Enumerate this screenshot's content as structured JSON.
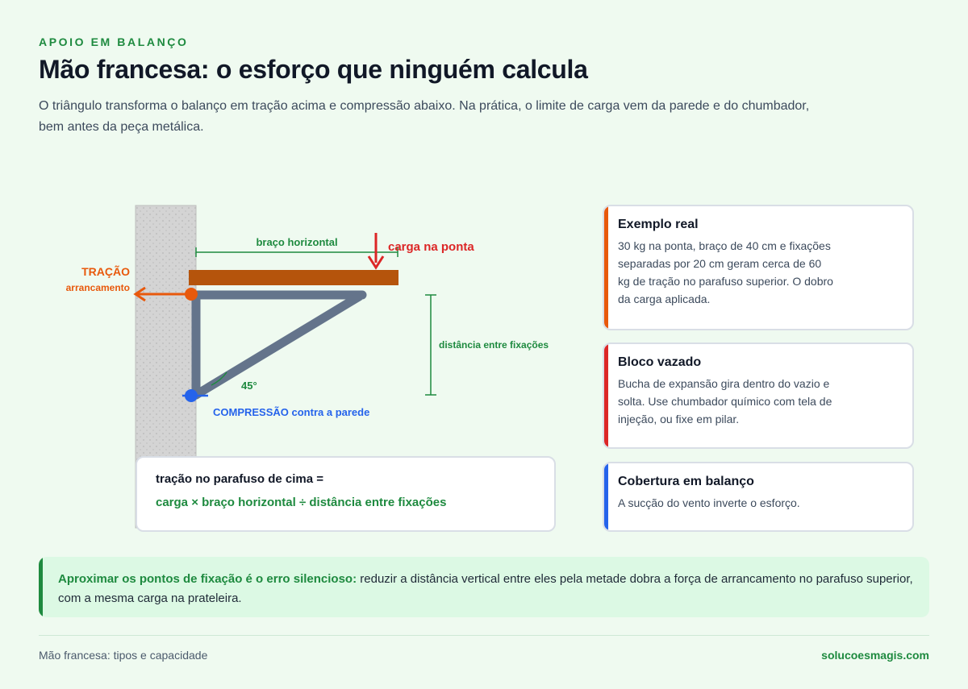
{
  "header": {
    "eyebrow": "APOIO EM BALANÇO",
    "title": "Mão francesa: o esforço que ninguém calcula",
    "lead": "O triângulo transforma o balanço em tração acima e compressão abaixo. Na prática, o limite de carga vem da parede e do chumbador, bem antes da peça metálica."
  },
  "diagram": {
    "arm_label": "braço horizontal",
    "load_label": "carga na ponta",
    "tension_label": "TRAÇÃO",
    "tension_sub": "arrancamento",
    "distance_label": "distância entre fixações",
    "angle_label": "45°",
    "compression_label": "COMPRESSÃO contra a parede",
    "colors": {
      "wall": "#d4d4d4",
      "shelf": "#b5540c",
      "bracket": "#64748b",
      "tension": "#e8590c",
      "compression": "#2563eb",
      "load": "#dc2626",
      "dimension": "#1e8a3f"
    }
  },
  "formula": {
    "line1": "tração no parafuso de cima =",
    "line2": "carga × braço horizontal ÷ distância entre fixações"
  },
  "cards": [
    {
      "title": "Exemplo real",
      "text": "30 kg na ponta, braço de 40 cm e fixações separadas por 20 cm geram cerca de 60 kg de tração no parafuso superior. O dobro da carga aplicada.",
      "color": "#e8590c"
    },
    {
      "title": "Bloco vazado",
      "text": "Bucha de expansão gira dentro do vazio e solta. Use chumbador químico com tela de injeção, ou fixe em pilar.",
      "color": "#dc2626"
    },
    {
      "title": "Cobertura em balanço",
      "text": "A sucção do vento inverte o esforço.",
      "color": "#2563eb"
    }
  ],
  "callout": {
    "strong": "Aproximar os pontos de fixação é o erro silencioso:",
    "text": " reduzir a distância vertical entre eles pela metade dobra a força de arrancamento no parafuso superior, com a mesma carga na prateleira."
  },
  "footer": {
    "left": "Mão francesa: tipos e capacidade",
    "right": "solucoesmagis.com"
  }
}
